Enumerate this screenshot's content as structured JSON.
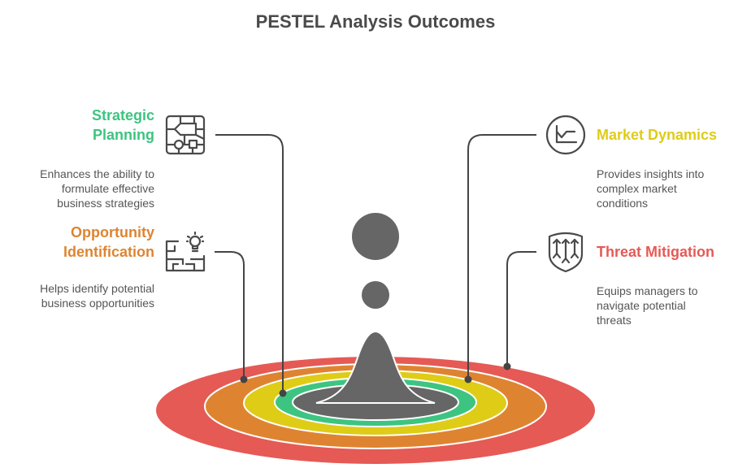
{
  "title": "PESTEL Analysis Outcomes",
  "colors": {
    "red": "#e55a55",
    "orange": "#de8431",
    "yellow": "#dfcc17",
    "green": "#3dc481",
    "gray": "#666666",
    "text": "#555555",
    "line": "#444444"
  },
  "items": [
    {
      "heading": "Strategic Planning",
      "heading_lines": [
        "Strategic",
        "Planning"
      ],
      "description_lines": [
        "Enhances the ability to",
        "formulate effective",
        "business strategies"
      ],
      "icon": "flowchart-icon",
      "color": "#3dc481",
      "ring": "green"
    },
    {
      "heading": "Opportunity Identification",
      "heading_lines": [
        "Opportunity",
        "Identification"
      ],
      "description_lines": [
        "Helps identify potential",
        "business opportunities"
      ],
      "icon": "maze-lightbulb-icon",
      "color": "#de8431",
      "ring": "orange"
    },
    {
      "heading": "Market Dynamics",
      "heading_lines": [
        "Market Dynamics"
      ],
      "description_lines": [
        "Provides insights into",
        "complex market",
        "conditions"
      ],
      "icon": "line-chart-icon",
      "color": "#dfcc17",
      "ring": "yellow"
    },
    {
      "heading": "Threat Mitigation",
      "heading_lines": [
        "Threat Mitigation"
      ],
      "description_lines": [
        "Equips managers to",
        "navigate potential",
        "threats"
      ],
      "icon": "shield-arrows-icon",
      "color": "#e55a55",
      "ring": "red"
    }
  ]
}
